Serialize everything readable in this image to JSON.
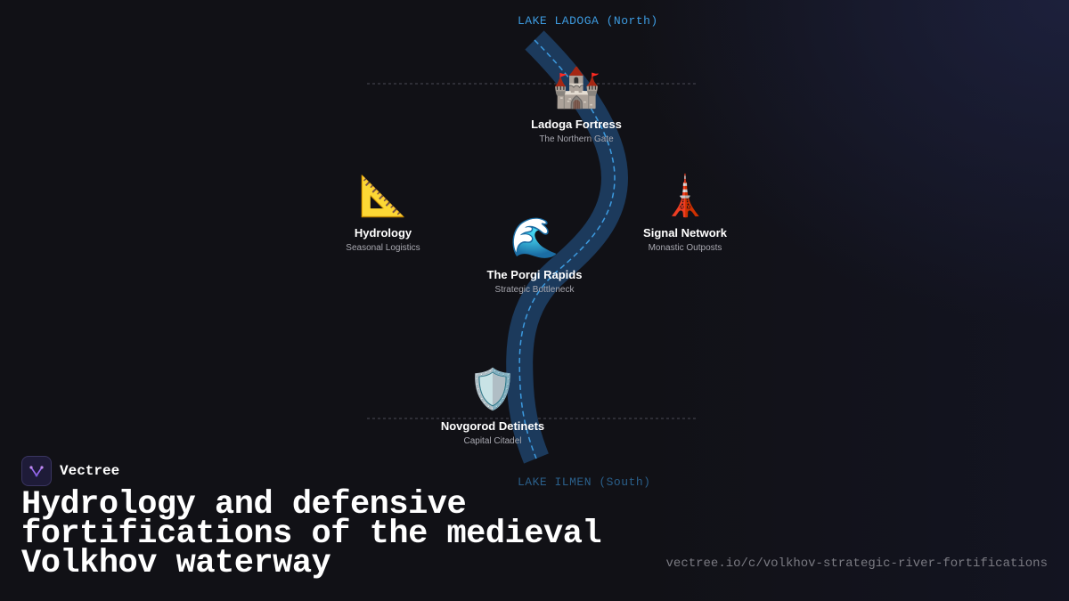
{
  "lakes": {
    "north": "LAKE LADOGA (North)",
    "south": "LAKE ILMEN (South)"
  },
  "nodes": {
    "ladoga": {
      "icon": "🏰",
      "icon_name": "castle-icon",
      "title": "Ladoga Fortress",
      "subtitle": "The Northern Gate"
    },
    "hydrology": {
      "icon": "📐",
      "icon_name": "triangular-ruler-icon",
      "title": "Hydrology",
      "subtitle": "Seasonal Logistics"
    },
    "signal": {
      "icon": "🗼",
      "icon_name": "tower-icon",
      "title": "Signal Network",
      "subtitle": "Monastic Outposts"
    },
    "porgi": {
      "icon": "🌊",
      "icon_name": "wave-icon",
      "title": "The Porgi Rapids",
      "subtitle": "Strategic Bottleneck"
    },
    "novgorod": {
      "icon": "🛡️",
      "icon_name": "shield-icon",
      "title": "Novgorod Detinets",
      "subtitle": "Capital Citadel"
    }
  },
  "brand": {
    "name": "Vectree"
  },
  "headline": "Hydrology and defensive fortifications of the medieval Volkhov waterway",
  "url": "vectree.io/c/volkhov-strategic-river-fortifications",
  "colors": {
    "river": "#1c3a5c",
    "river_dash": "#3d9be0",
    "divider": "#4a4a55",
    "background": "#111116"
  }
}
